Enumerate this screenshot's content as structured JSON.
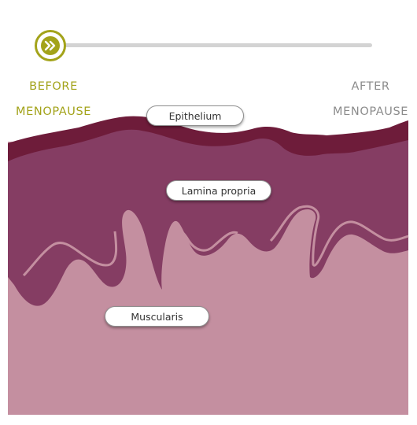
{
  "timeline": {
    "handle_icon": "double-chevron-right-icon",
    "accent_color": "#a3a31a",
    "track_color": "#d3d3d3",
    "position_fraction": 0.0,
    "before_label_line1": "BEFORE",
    "before_label_line2": "MENOPAUSE",
    "after_label_line1": "AFTER",
    "after_label_line2": "MENOPAUSE"
  },
  "layers": {
    "epithelium": "Epithelium",
    "lamina_propria": "Lamina propria",
    "muscularis": "Muscularis"
  },
  "colors": {
    "epithelium": "#6e1c3a",
    "lamina_propria": "#853d63",
    "muscularis": "#c48fa0",
    "fold_outline": "#853d63"
  }
}
